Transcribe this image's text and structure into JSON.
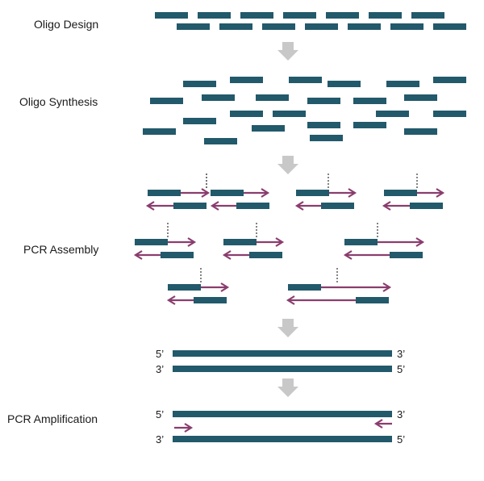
{
  "stages": [
    {
      "label": "Oligo Design"
    },
    {
      "label": "Oligo Synthesis"
    },
    {
      "label": "PCR Assembly"
    },
    {
      "label": "PCR Amplification"
    }
  ],
  "strand_ends": {
    "five_prime": "5’",
    "three_prime": "3’"
  },
  "colors": {
    "oligo": "#22596b",
    "primer_arrow": "#8a3d6e",
    "flow_arrow": "#c8c8c8",
    "ligation_mark": "#333333"
  }
}
